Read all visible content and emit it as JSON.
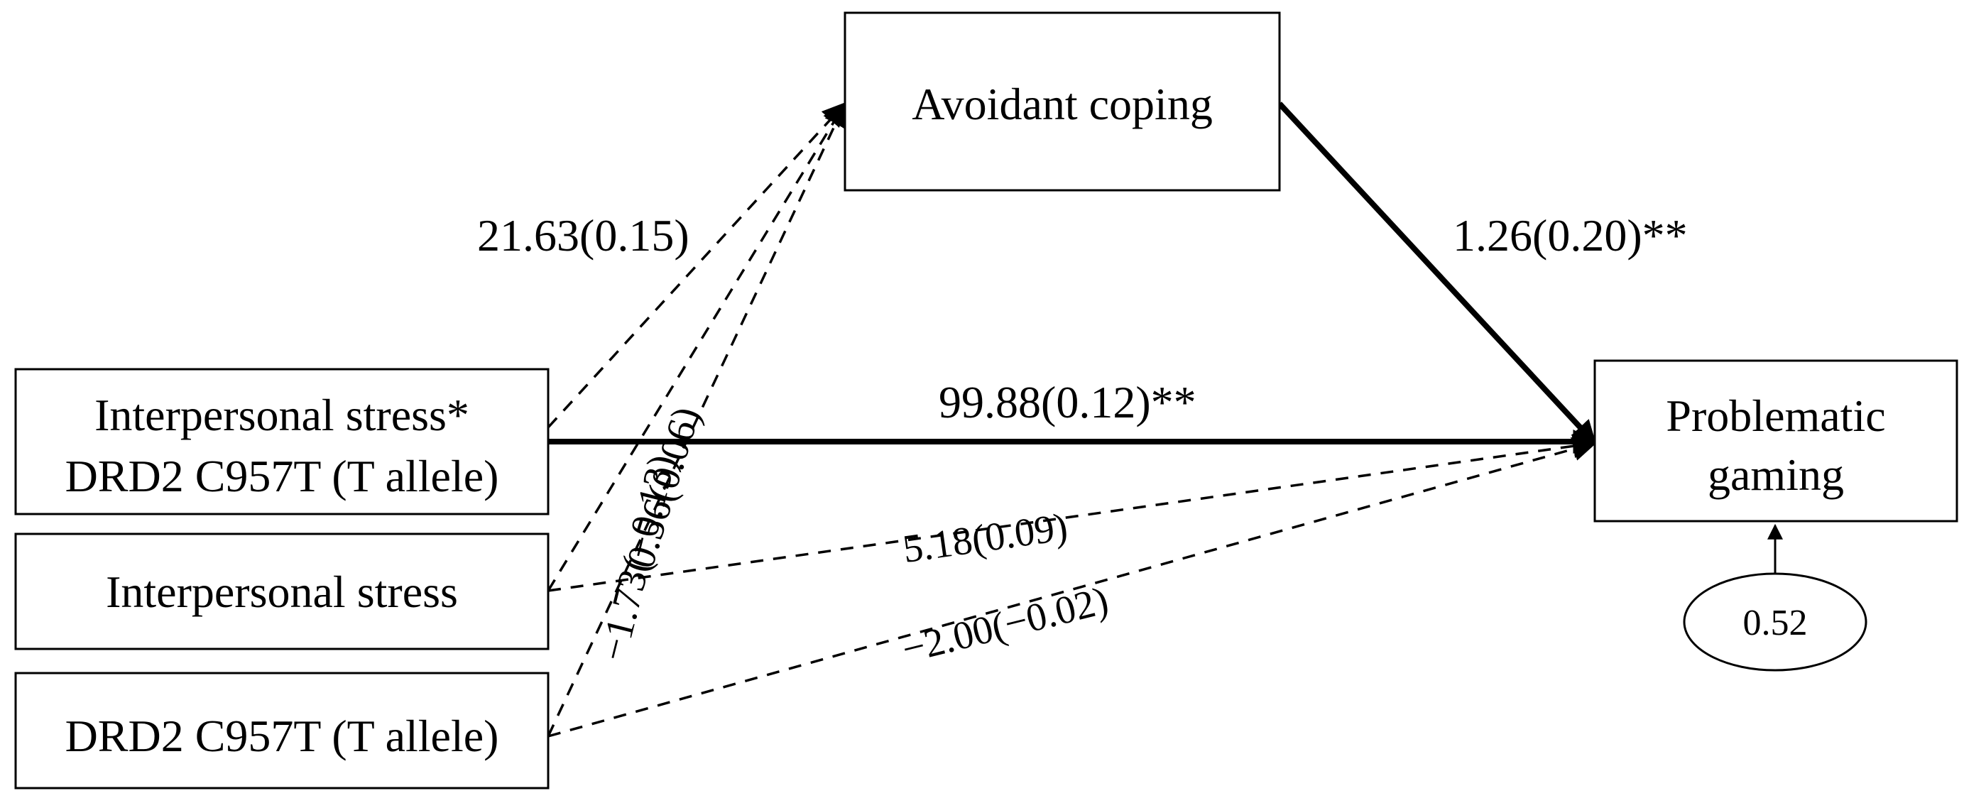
{
  "nodes": {
    "avoidant_coping": {
      "label": "Avoidant coping"
    },
    "interaction": {
      "line1": "Interpersonal stress*",
      "line2": "DRD2 C957T (T allele)"
    },
    "interpersonal_stress": {
      "label": "Interpersonal stress"
    },
    "drd2": {
      "label": "DRD2 C957T (T allele)"
    },
    "problematic_gaming": {
      "line1": "Problematic",
      "line2": "gaming"
    },
    "residual": {
      "label": "0.52"
    }
  },
  "paths": {
    "interaction_to_coping": "21.63(0.15)",
    "coping_to_gaming": "1.26(0.20)**",
    "interaction_to_gaming": "99.88(0.12)**",
    "stress_to_coping": "0.56(0.06)",
    "drd2_to_coping": "−1.73(−0.13)",
    "stress_to_gaming": "5.18(0.09)",
    "drd2_to_gaming": "−2.00(−0.02)"
  },
  "styles": {
    "significant_path": "solid",
    "nonsignificant_path": "dashed"
  }
}
